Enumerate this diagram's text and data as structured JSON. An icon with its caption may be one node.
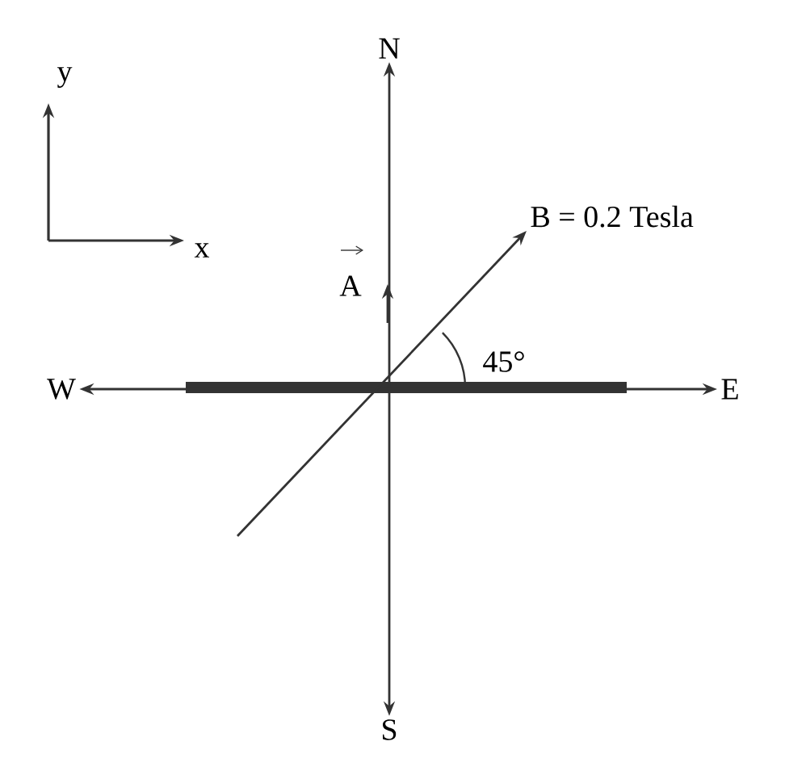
{
  "diagram": {
    "nodes": [
      {
        "text": [
          "N"
        ]
      },
      {
        "text": [
          "W"
        ]
      },
      {
        "text": [
          "E"
        ]
      },
      {
        "text": [
          "S"
        ]
      },
      {
        "text": [
          "B = 0.2 Tesla"
        ]
      }
    ],
    "edges": [
      {
        "from": 3,
        "to": 0,
        "arrow": "both"
      },
      {
        "from": 1,
        "to": 2,
        "arrow": "both"
      },
      {
        "from": null,
        "to": 4,
        "arrow": "to"
      }
    ],
    "labels": [
      "y",
      "x",
      "A",
      "45°"
    ]
  }
}
